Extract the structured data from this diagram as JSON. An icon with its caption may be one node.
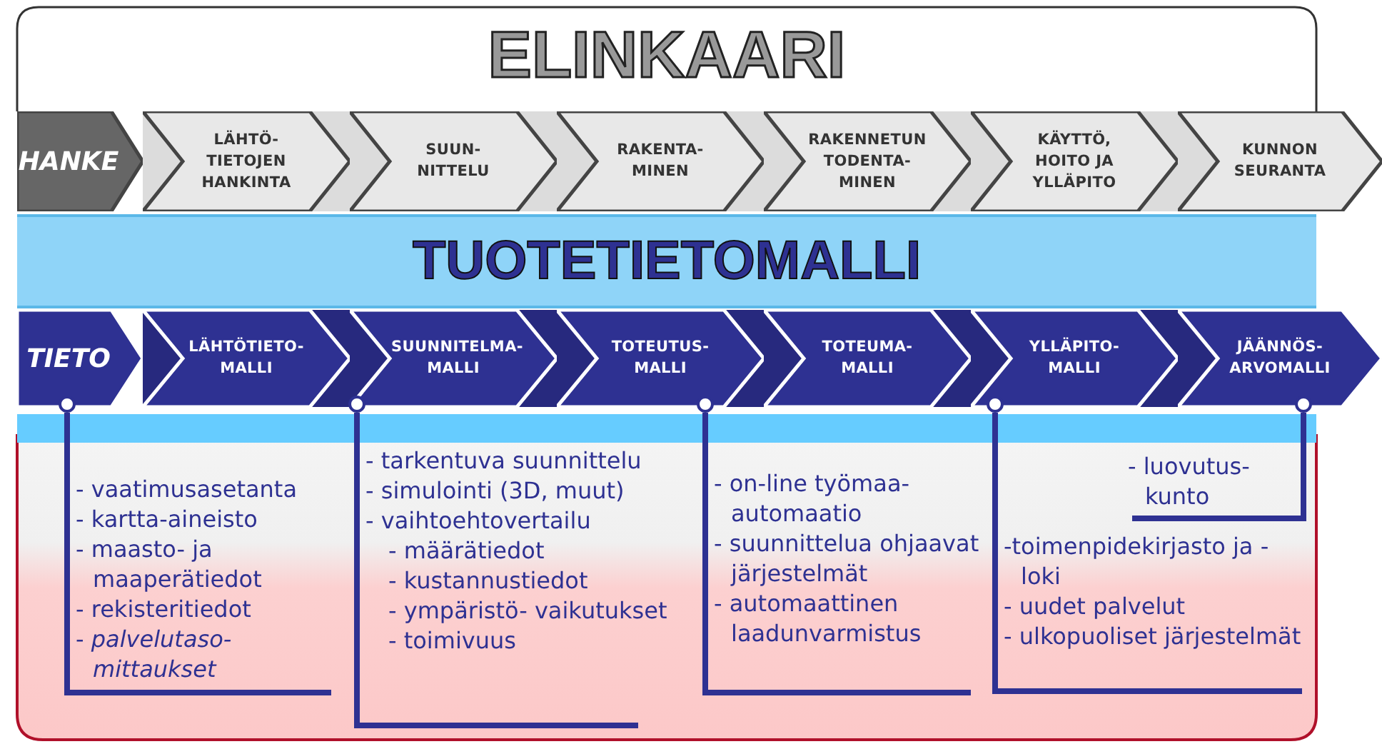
{
  "diagram": {
    "title": "ELINKAARI",
    "nodes": [
      {
        "text": [
          "HANKE"
        ]
      },
      {
        "text": [
          "LÄHTÖ- TIETOJEN HANKINTA"
        ]
      },
      {
        "text": [
          "SUUN- NITTELU"
        ]
      },
      {
        "text": [
          "RAKENTA- MINEN"
        ]
      },
      {
        "text": [
          "RAKENNETUN TODENTA- MINEN"
        ]
      },
      {
        "text": [
          "KÄYTTÖ, HOITO JA YLLÄPITO"
        ]
      },
      {
        "text": [
          "KUNNON SEURANTA"
        ]
      },
      {
        "text": [
          "TUOTETIETOMALLI"
        ]
      },
      {
        "text": [
          "TIETO"
        ]
      },
      {
        "text": [
          "LÄHTÖTIETO- MALLI"
        ]
      },
      {
        "text": [
          "SUUNNITELMA- MALLI"
        ]
      },
      {
        "text": [
          "TOTEUTUS- MALLI"
        ]
      },
      {
        "text": [
          "TOTEUMA- MALLI"
        ]
      },
      {
        "text": [
          "YLLÄPITO- MALLI"
        ]
      },
      {
        "text": [
          "JÄÄNNÖS- ARVOMALLI"
        ]
      },
      {
        "text": [],
        "shape": "circle"
      },
      {
        "text": [],
        "shape": "circle"
      },
      {
        "text": [],
        "shape": "circle"
      },
      {
        "text": [],
        "shape": "circle"
      },
      {
        "text": [],
        "shape": "circle"
      },
      {
        "text": [
          "- vaatimusasetanta",
          "- kartta-aineisto",
          "- maasto- ja maaperätiedot",
          "- rekisteritiedot",
          "- *palvelutaso- mittaukset*"
        ]
      },
      {
        "text": [
          "- tarkentuva suunnittelu",
          "- simulointi (3D, muut)",
          "- vaihtoehtovertailu",
          "- määrätiedot",
          "- kustannustiedot",
          "- ympäristö- vaikutukset",
          "- toimivuus"
        ]
      },
      {
        "text": [
          "- on-line työmaa- automaatio",
          "- suunnittelua ohjaavat järjestelmät",
          "- automaattinen laadunvarmistus"
        ]
      },
      {
        "text": [
          "- luovutus- kunto"
        ]
      },
      {
        "text": [
          "-toimenpidekirjasto ja -loki",
          "- uudet palvelut",
          "- ulkopuoliset järjestelmät"
        ]
      }
    ],
    "edges": [
      {
        "from": 15,
        "to": 20,
        "arrow": "none"
      },
      {
        "from": 16,
        "to": 21,
        "arrow": "none"
      },
      {
        "from": 17,
        "to": 22,
        "arrow": "none"
      },
      {
        "from": 18,
        "to": 24,
        "arrow": "none"
      },
      {
        "from": 19,
        "to": 23,
        "arrow": "none"
      }
    ]
  }
}
